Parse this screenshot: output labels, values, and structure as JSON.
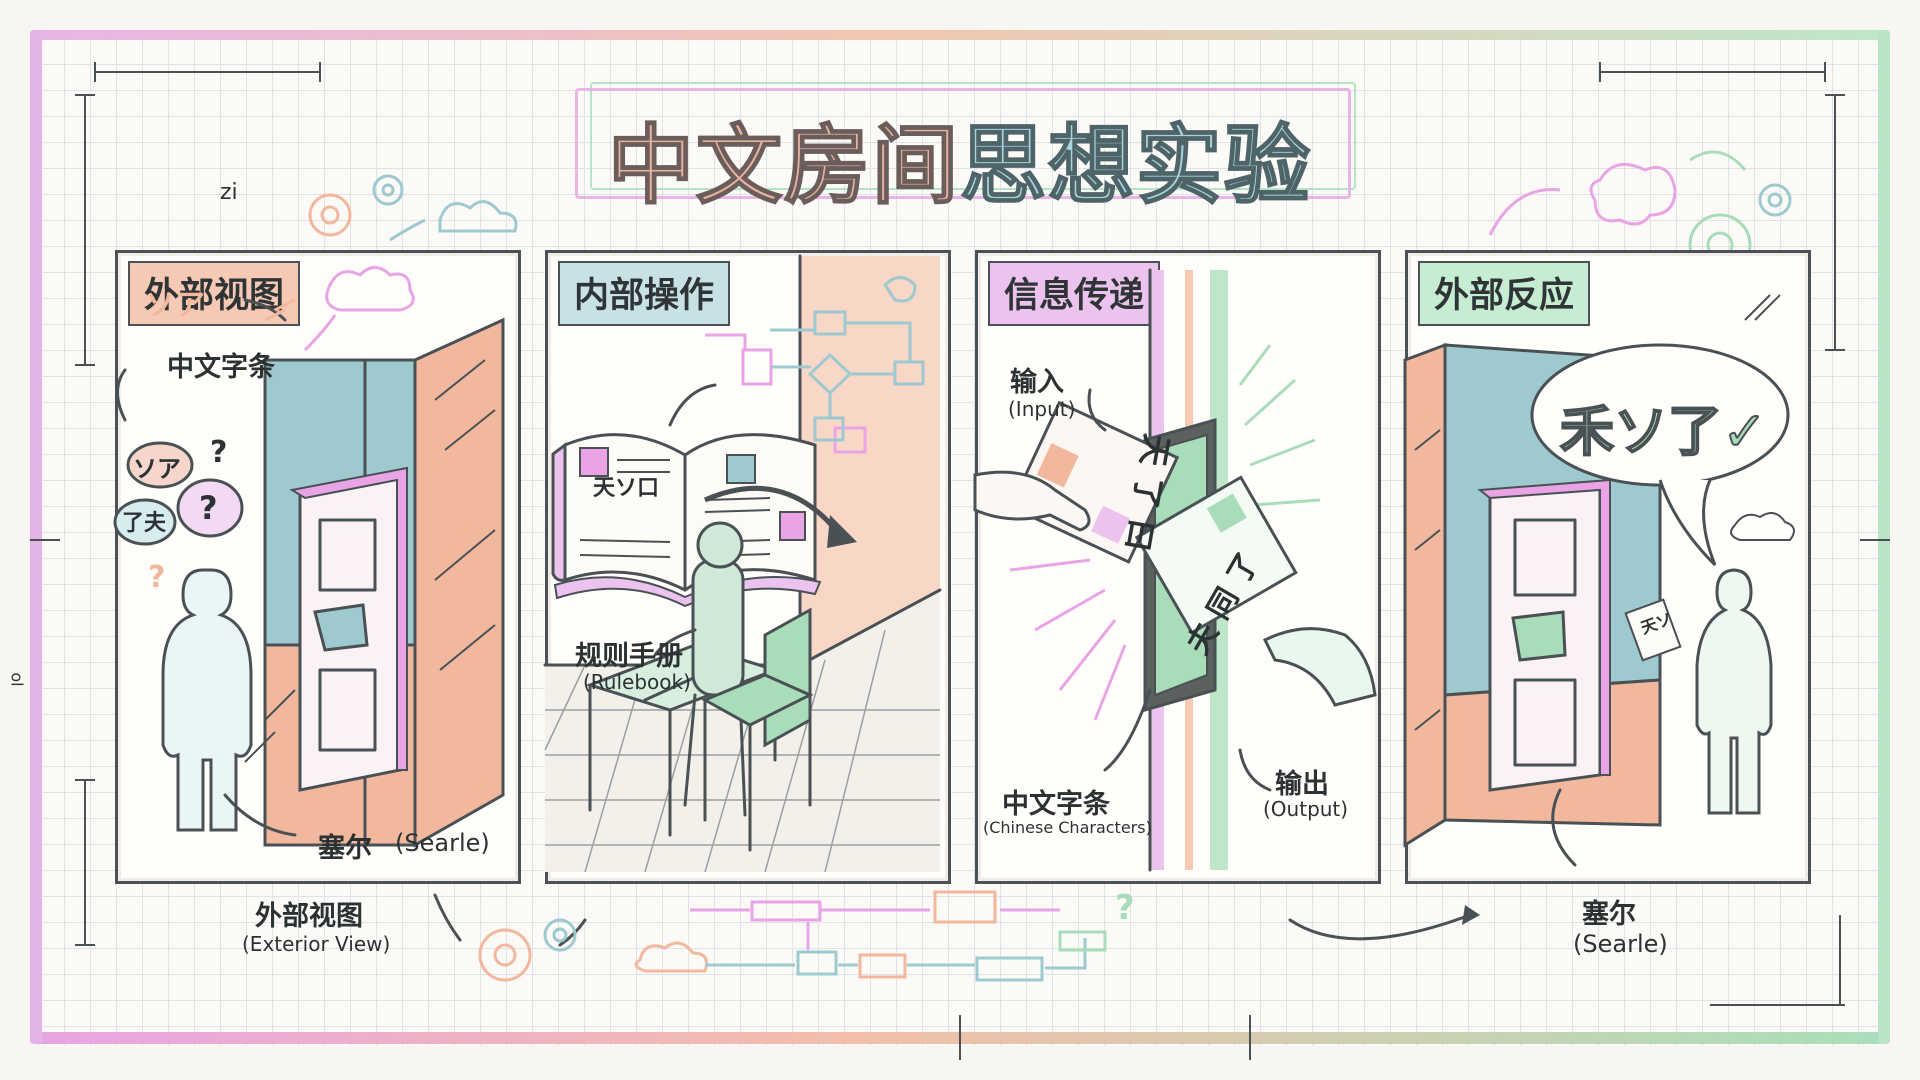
{
  "title": "中文房间思想实验",
  "title_parts": {
    "part1": "中文房间",
    "part2": "思想实验"
  },
  "panels": [
    {
      "label": "外部视图",
      "color": "#f6c9b4"
    },
    {
      "label": "内部操作",
      "color": "#c7e1e4"
    },
    {
      "label": "信息传递",
      "color": "#ecc3ee"
    },
    {
      "label": "外部反应",
      "color": "#c6ecd2"
    }
  ],
  "panel1": {
    "note_label": "中文字条",
    "person_zh": "塞尔",
    "person_en": "(Searle)",
    "bubble_glyphs": [
      "ソア",
      "了夫",
      "?"
    ],
    "question": "?"
  },
  "panel2": {
    "book_zh": "规则手册",
    "book_en": "(Rulebook)",
    "book_glyphs": "天ソ口"
  },
  "panel3": {
    "input_zh": "输入",
    "input_en": "(Input)",
    "output_zh": "输出",
    "output_en": "(Output)",
    "chars_zh": "中文字条",
    "chars_en": "(Chinese Characters)",
    "card_glyphs_in": "天 了 曰",
    "card_glyphs_out": "夫 同 了"
  },
  "panel4": {
    "speech": "禾ソ了✓",
    "person_zh": "塞尔",
    "person_en": "(Searle)",
    "paper_glyphs": "天ソ"
  },
  "bottom": {
    "view_zh": "外部视图",
    "view_en": "(Exterior View)",
    "question": "?"
  },
  "corner_marks": {
    "top_left": "zi",
    "left_edge": "ol"
  },
  "colors": {
    "peach": "#f2b89e",
    "teal": "#9ec9cf",
    "pink": "#e9a4e6",
    "mint": "#a9dcb8",
    "ink": "#4a5155"
  }
}
